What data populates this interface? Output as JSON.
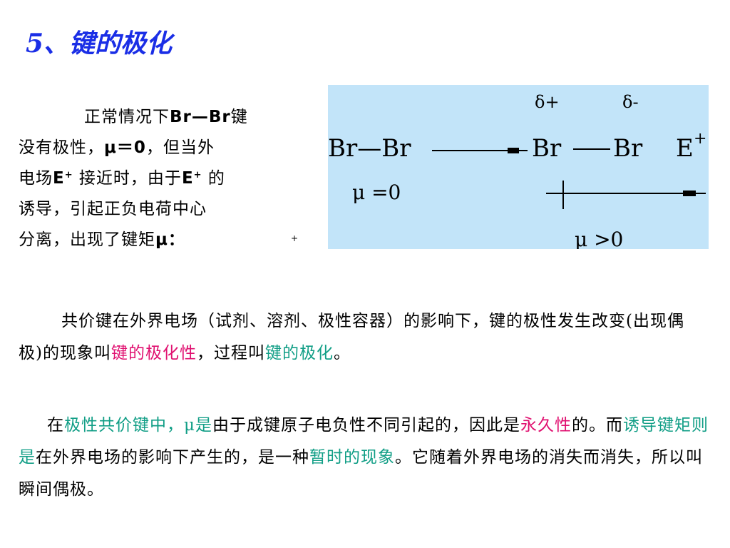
{
  "slide": {
    "title": "5、键的极化"
  },
  "intro": {
    "l1a": "正常情况下",
    "l1b": "Br—Br",
    "l1c": "键",
    "l2a": "没有极性，",
    "l2b": "μ＝0",
    "l2c": "，但当外",
    "l3a": "电场",
    "l3b": "E",
    "l3c": "+",
    "l3d": " 接近时，由于",
    "l3e": "E",
    "l3f": "+",
    "l3g": " 的",
    "l4": "诱导，引起正负电荷中心",
    "l5a": "分离，出现了键矩",
    "l5b": "μ：",
    "plus": "+"
  },
  "diagram": {
    "left_mol": "Br—Br",
    "left_mu": "μ =0",
    "delta_plus": "δ+",
    "delta_minus": "δ-",
    "right_br1": "Br",
    "right_br2": "Br",
    "field": "E",
    "field_sign": "+",
    "right_mu": "μ >0"
  },
  "para1": {
    "t1": "共价键在外界电场（试剂、溶剂、极性容器）的影响下，键的极性发生改变(出现偶极)的现象叫",
    "t2": "键的极化性",
    "t3": "，过程叫",
    "t4": "键的极化",
    "t5": "。"
  },
  "para2": {
    "t1": "在",
    "t2": "极性共价键中，μ是",
    "t3": "由于成键原子电负性不同引起的，因此是",
    "t4": "永久性",
    "t5": "的。而",
    "t6": "诱导键矩则是",
    "t7": "在外界电场的影响下产生的，是一种",
    "t8": "暂时的现象",
    "t9": "。它随着外界电场的消失而消失，所以叫瞬间偶极。"
  },
  "colors": {
    "title": "#1a2ee6",
    "pink": "#e01070",
    "teal": "#119e86",
    "diagram_bg": "#c2e4f9"
  }
}
